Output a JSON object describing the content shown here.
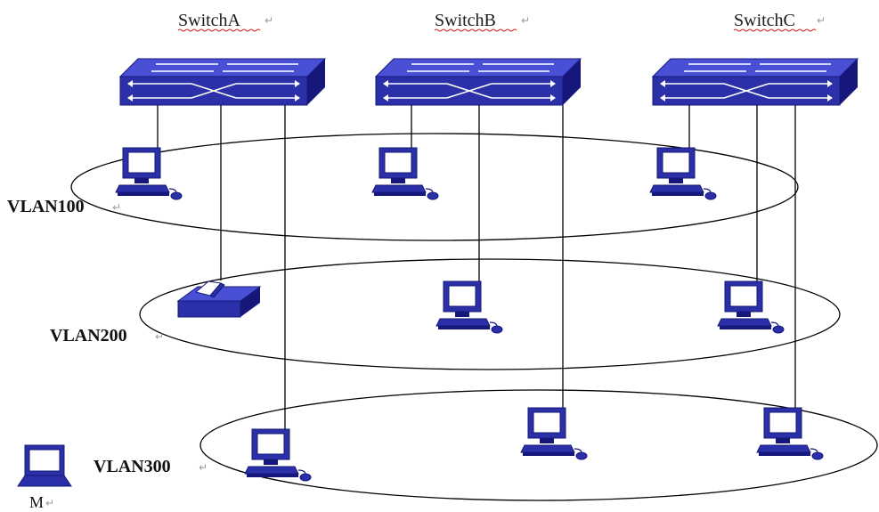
{
  "switches": [
    {
      "label": "SwitchA"
    },
    {
      "label": "SwitchB"
    },
    {
      "label": "SwitchC"
    }
  ],
  "vlans": [
    {
      "label": "VLAN100"
    },
    {
      "label": "VLAN200"
    },
    {
      "label": "VLAN300"
    }
  ],
  "mobile_host": {
    "label": "M"
  },
  "colors": {
    "device_blue": "#2b2fa8",
    "device_dark": "#15187a",
    "device_light": "#4a50d6",
    "line": "#000000"
  }
}
